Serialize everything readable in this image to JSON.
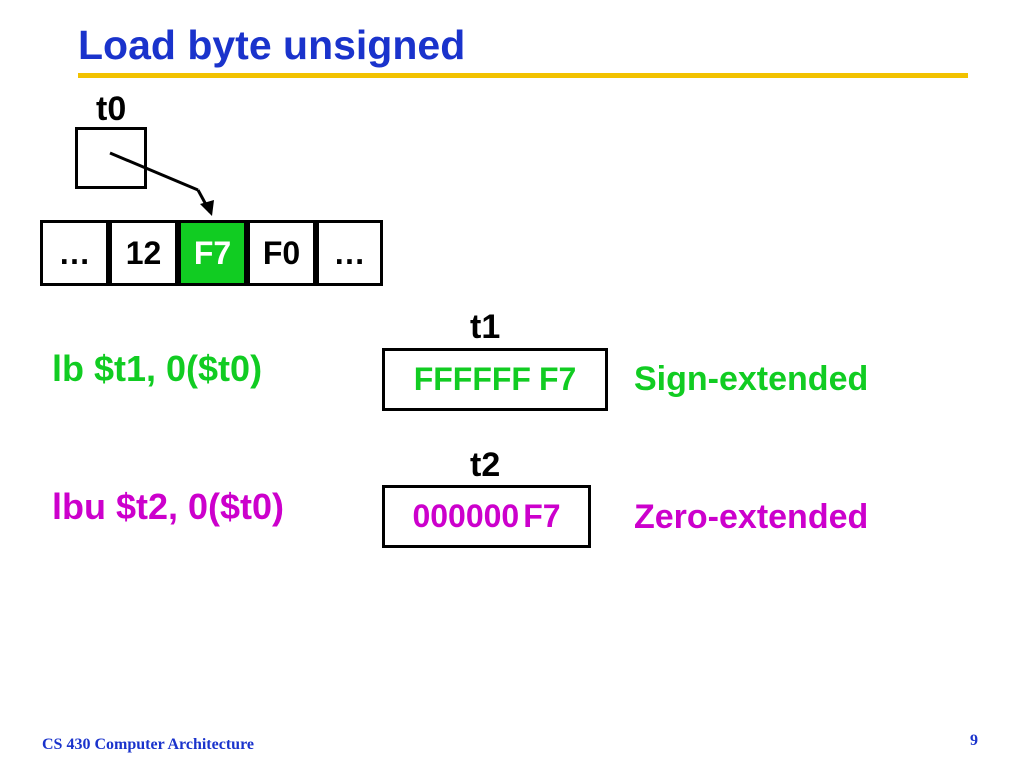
{
  "slide": {
    "title": "Load byte unsigned",
    "footer_left": "CS 430 Computer Architecture",
    "page_number": "9"
  },
  "pointer": {
    "label": "t0"
  },
  "memory": {
    "cells": [
      "…",
      "12",
      "F7",
      "F0",
      "…"
    ],
    "highlight_index": 2
  },
  "lb": {
    "instruction": "lb $t1, 0($t0)",
    "register_label": "t1",
    "upper": "FFFFFF",
    "byte": "F7",
    "description": "Sign-extended"
  },
  "lbu": {
    "instruction": "lbu $t2, 0($t0)",
    "register_label": "t2",
    "upper": "000000",
    "byte": "F7",
    "description": "Zero-extended"
  },
  "colors": {
    "title": "#1a33cc",
    "rule": "#f2c200",
    "signed": "#11cc22",
    "unsigned": "#cc00cc"
  }
}
